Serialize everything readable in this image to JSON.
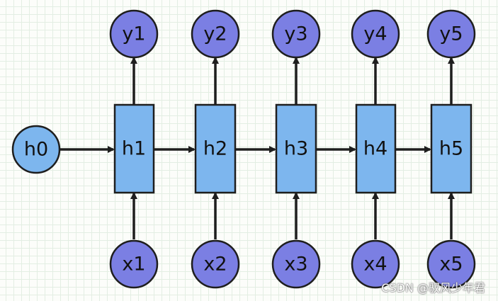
{
  "diagram": {
    "initial_state": {
      "label": "h0"
    },
    "steps": [
      {
        "hidden": "h1",
        "input": "x1",
        "output": "y1"
      },
      {
        "hidden": "h2",
        "input": "x2",
        "output": "y2"
      },
      {
        "hidden": "h3",
        "input": "x3",
        "output": "y3"
      },
      {
        "hidden": "h4",
        "input": "x4",
        "output": "y4"
      },
      {
        "hidden": "h5",
        "input": "x5",
        "output": "y5"
      }
    ],
    "colors": {
      "io_node_fill": "#7b7fe3",
      "state_node_fill": "#7db6ee",
      "hidden_box_fill": "#7db6ee",
      "stroke": "#1e1e1e",
      "arrow": "#1e1e1e"
    }
  },
  "watermark": {
    "text": "CSDN @驭风少年君"
  }
}
